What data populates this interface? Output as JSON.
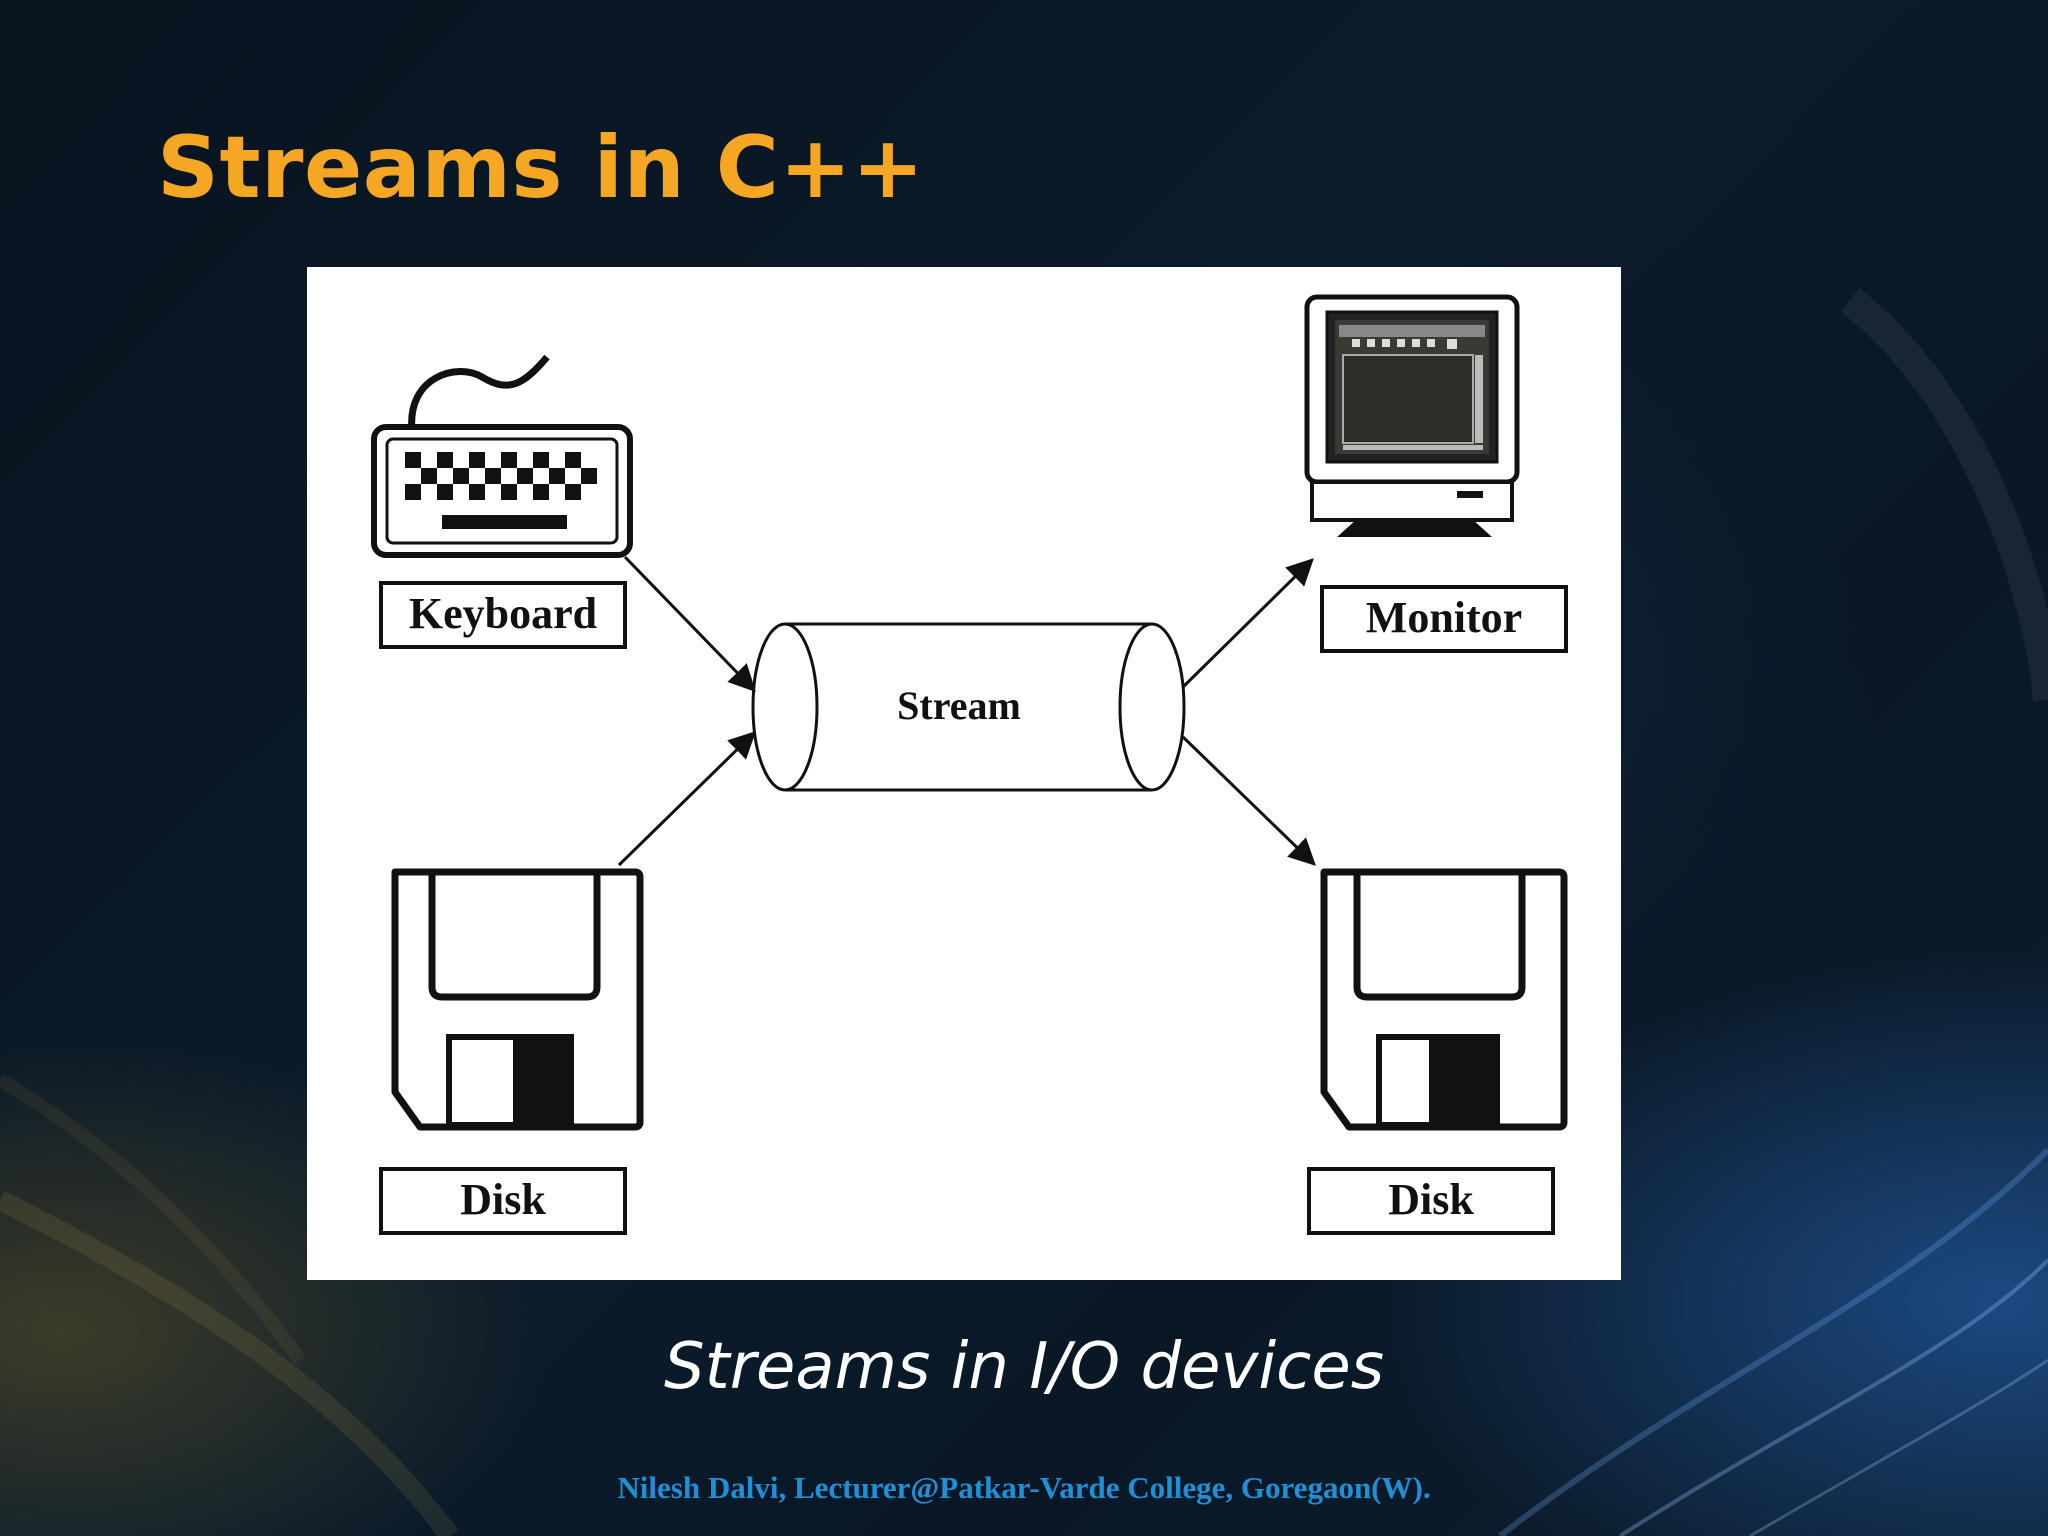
{
  "slide": {
    "title": "Streams in C++",
    "caption": "Streams in I/O devices",
    "footer": "Nilesh Dalvi, Lecturer@Patkar-Varde College, Goregaon(W).",
    "colors": {
      "title": "#f5a623",
      "footer": "#1e90d8"
    }
  },
  "diagram": {
    "center": "Stream",
    "inputs": [
      "Keyboard",
      "Disk"
    ],
    "outputs": [
      "Monitor",
      "Disk"
    ],
    "icons": [
      "keyboard-icon",
      "floppy-disk-icon",
      "monitor-icon",
      "floppy-disk-icon"
    ]
  }
}
